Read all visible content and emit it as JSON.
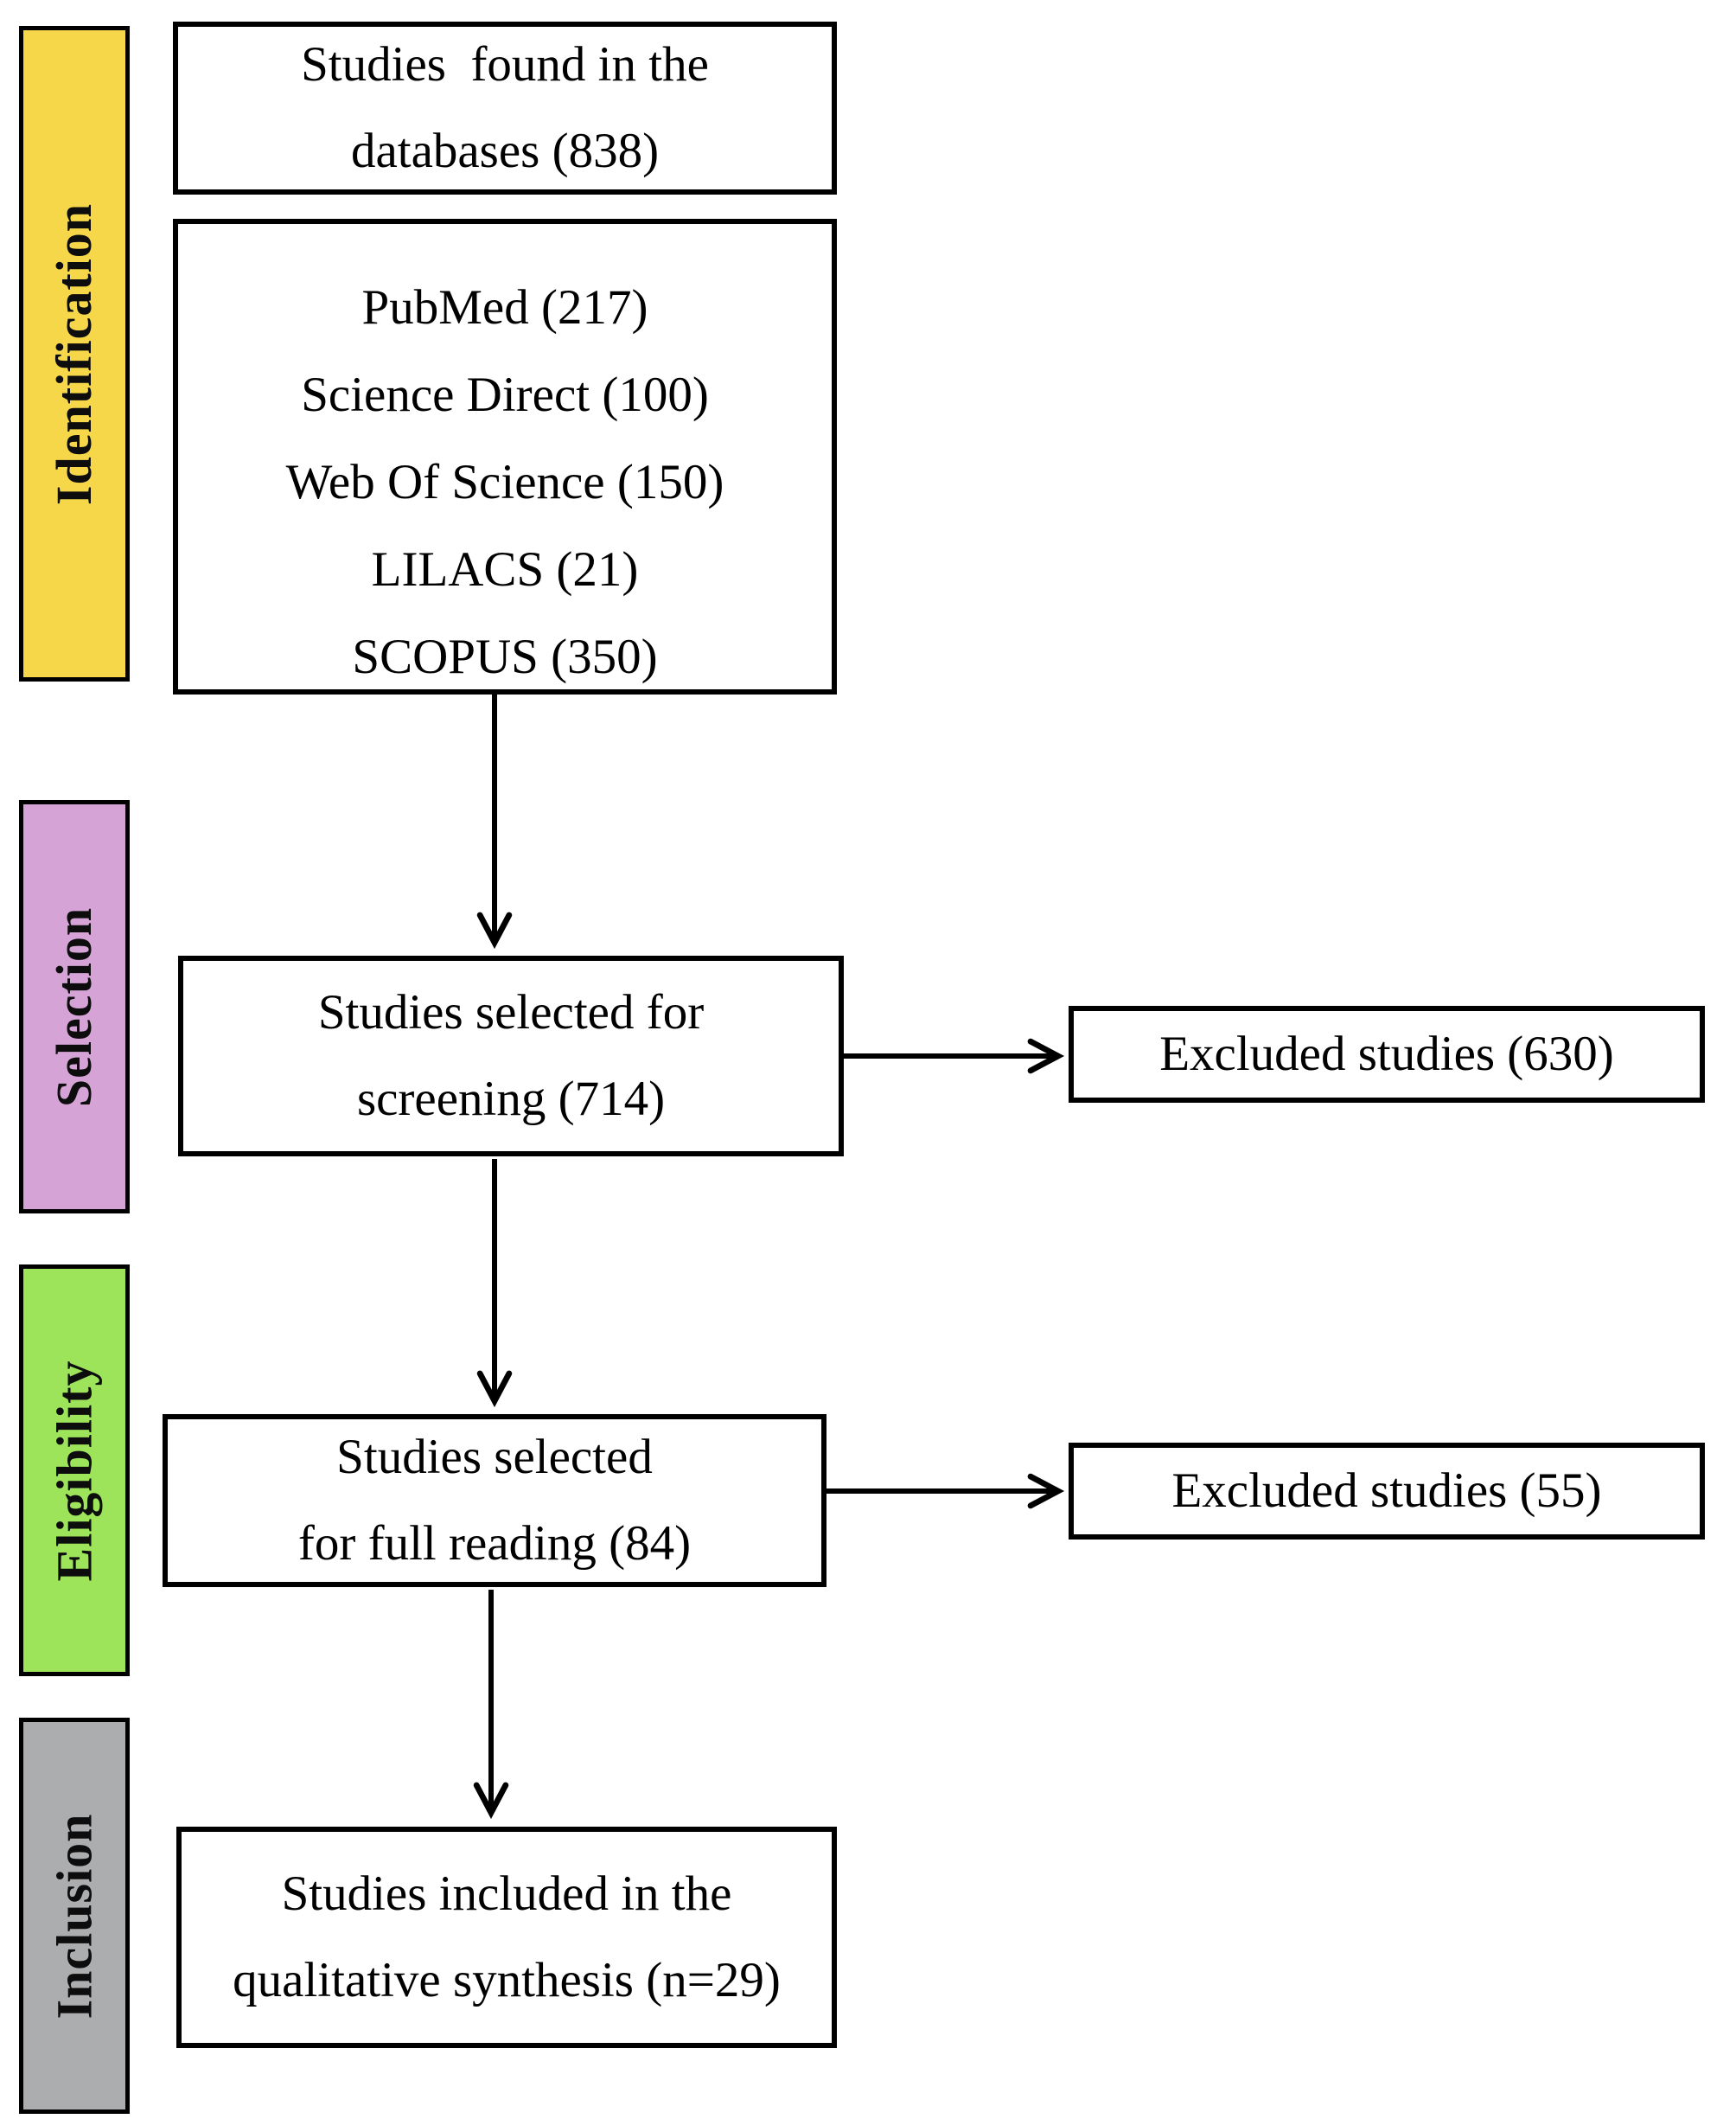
{
  "stages": [
    {
      "label": "Identification",
      "color": "#F6D74A"
    },
    {
      "label": "Selection",
      "color": "#D5A3D6"
    },
    {
      "label": "Eligibility",
      "color": "#9DE45B"
    },
    {
      "label": "Inclusion",
      "color": "#ACADAF"
    }
  ],
  "boxes": {
    "found": {
      "lines": [
        "Studies  found in the",
        "databases (838)"
      ]
    },
    "databases": {
      "items": [
        "PubMed (217)",
        "Science Direct (100)",
        "Web Of Science (150)",
        "LILACS (21)",
        "SCOPUS (350)"
      ]
    },
    "screening": {
      "lines": [
        "Studies selected for",
        "screening (714)"
      ]
    },
    "excluded_screening": {
      "text": "Excluded studies (630)"
    },
    "full_reading": {
      "lines": [
        "Studies selected",
        "for full reading (84)"
      ]
    },
    "excluded_full": {
      "text": "Excluded studies (55)"
    },
    "included": {
      "lines": [
        "Studies included in the",
        "qualitative synthesis (n=29)"
      ]
    }
  },
  "line_color": "#000000"
}
